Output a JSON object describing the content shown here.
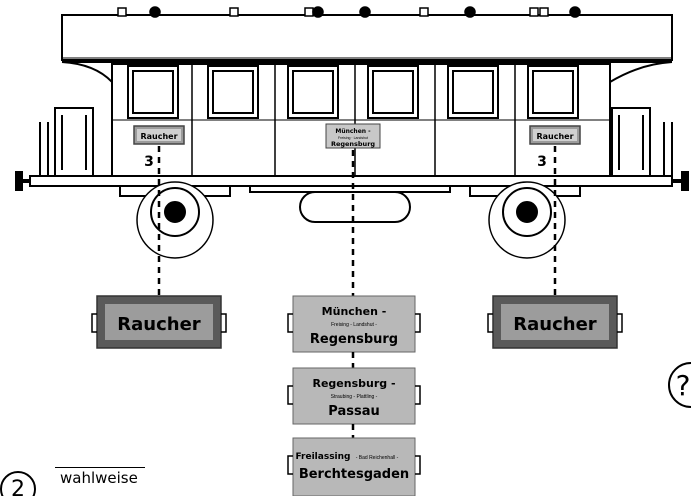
{
  "coach": {
    "small_sign_left": "Raucher",
    "small_sign_right": "Raucher",
    "small_route_sign": {
      "top": "München -",
      "middle": "Freising · Landshut",
      "bottom": "Regensburg"
    },
    "number_left": "3",
    "number_right": "3"
  },
  "signs": {
    "raucher_left": "Raucher",
    "raucher_right": "Raucher",
    "route1": {
      "top": "München -",
      "middle": "Freising - Landshut -",
      "bottom": "Regensburg"
    },
    "route2": {
      "top": "Regensburg -",
      "middle": "Straubing - Plattling -",
      "bottom": "Passau"
    },
    "route3": {
      "top": "Freilassing",
      "top_small": "- Bad Reichenhall -",
      "bottom": "Berchtesgaden"
    }
  },
  "callout": {
    "left_number": "②",
    "right_symbol": "?"
  },
  "note": {
    "label": "wahlweise"
  },
  "colors": {
    "sign_dark": "#5a5a5a",
    "sign_light": "#b8b8b8",
    "sign_inner": "#9c9c9c",
    "line": "#000000"
  }
}
